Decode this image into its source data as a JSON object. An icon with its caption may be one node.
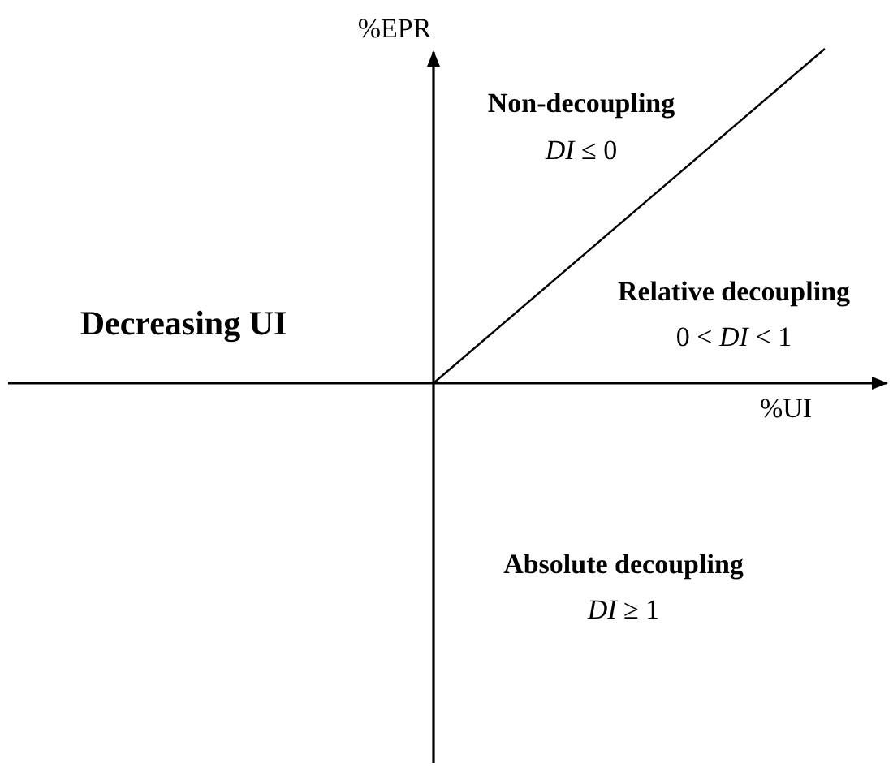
{
  "diagram": {
    "labels": [
      "%EPR",
      "Non-decoupling",
      "*DI* ≤ 0",
      "Decreasing UI",
      "Relative decoupling",
      "0 < *DI* < 1",
      "%UI",
      "Absolute decoupling",
      "*DI* ≥ 1"
    ]
  }
}
